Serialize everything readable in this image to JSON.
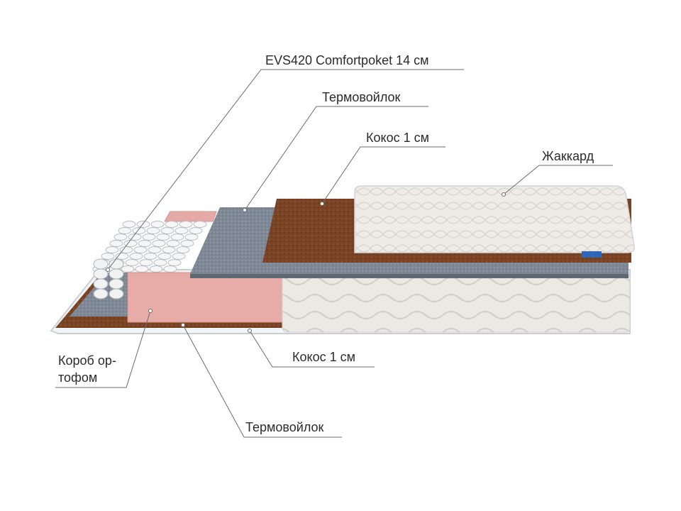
{
  "labels": {
    "springs": "EVS420 Comfortpoket 14 см",
    "felt_top": "Термовойлок",
    "coir_top": "Кокос 1 см",
    "jacquard": "Жаккард",
    "box_line1": "Короб ор-",
    "box_line2": "тофом",
    "coir_bottom": "Кокос 1 см",
    "felt_bottom": "Термовойлок"
  },
  "colors": {
    "leader": "#6b6b6b",
    "coir": "#7a4424",
    "felt": "#7d8794",
    "foam": "#e4a8a4",
    "fabric": "#ebe6e2",
    "tag": "#2e66b8"
  }
}
